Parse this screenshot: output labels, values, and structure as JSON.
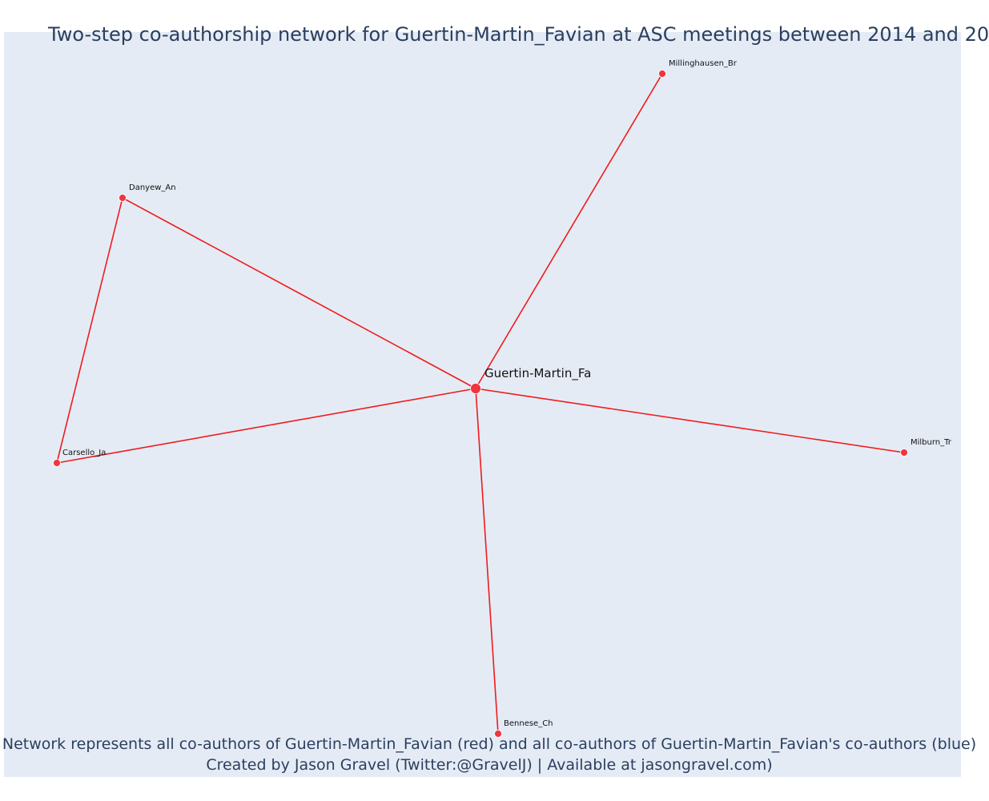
{
  "title": "Two-step co-authorship network for Guertin-Martin_Favian at ASC meetings between 2014 and 20",
  "caption_line1": "Network represents all co-authors of Guertin-Martin_Favian (red) and all co-authors of Guertin-Martin_Favian's co-authors (blue)",
  "caption_line2": "Created by Jason Gravel (Twitter:@GravelJ) | Available at jasongravel.com)",
  "colors": {
    "node": "#f0353f",
    "edge": "#ee1c1c",
    "background": "#e5ebf5",
    "text": "#2a3f5f"
  },
  "network": {
    "nodes": [
      {
        "id": "guertin",
        "label": "Guertin-Martin_Fa",
        "role": "focal"
      },
      {
        "id": "millinghausen",
        "label": "Millinghausen_Br",
        "role": "co-author"
      },
      {
        "id": "danyew",
        "label": "Danyew_An",
        "role": "co-author"
      },
      {
        "id": "carsello",
        "label": "Carsello_Ja",
        "role": "co-author"
      },
      {
        "id": "milburn",
        "label": "Milburn_Tr",
        "role": "co-author"
      },
      {
        "id": "bennese",
        "label": "Bennese_Ch",
        "role": "co-author"
      }
    ],
    "edges": [
      {
        "source": "guertin",
        "target": "millinghausen"
      },
      {
        "source": "guertin",
        "target": "danyew"
      },
      {
        "source": "guertin",
        "target": "carsello"
      },
      {
        "source": "guertin",
        "target": "milburn"
      },
      {
        "source": "guertin",
        "target": "bennese"
      },
      {
        "source": "danyew",
        "target": "carsello"
      }
    ]
  }
}
